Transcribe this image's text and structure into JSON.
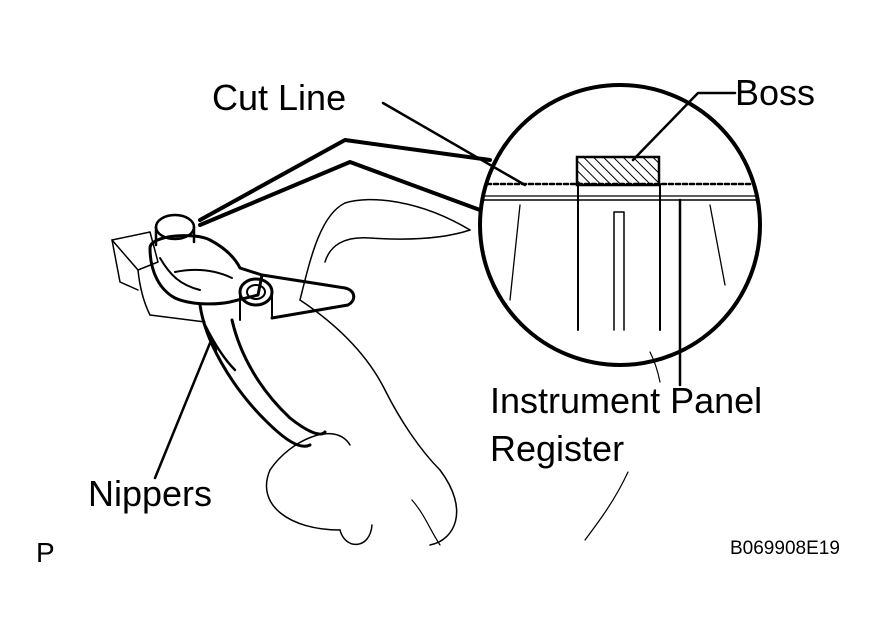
{
  "labels": {
    "cut_line": "Cut Line",
    "boss": "Boss",
    "panel_line1": "Instrument Panel",
    "panel_line2": "Register",
    "nippers": "Nippers",
    "page_mark": "P",
    "figure_code": "B069908E19"
  }
}
